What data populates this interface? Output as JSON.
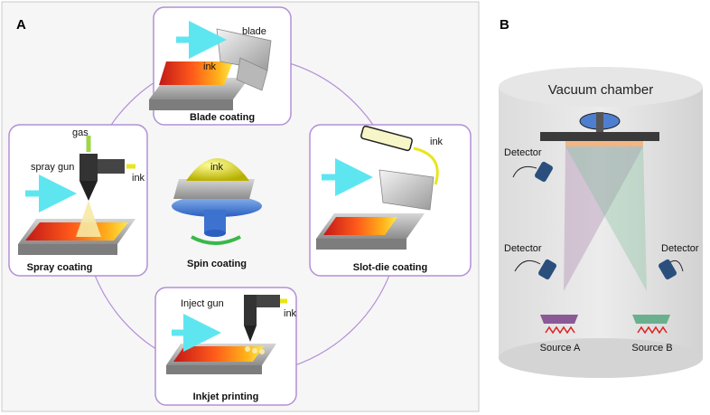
{
  "panel_a": {
    "letter": "A",
    "blade": {
      "caption": "Blade coating",
      "label_blade": "blade",
      "label_ink": "ink"
    },
    "spray": {
      "caption": "Spray coating",
      "label_gas": "gas",
      "label_gun": "spray gun",
      "label_ink": "ink"
    },
    "spin": {
      "caption": "Spin coating",
      "label_ink": "ink"
    },
    "slotdie": {
      "caption": "Slot-die coating",
      "label_ink": "ink"
    },
    "inkjet": {
      "caption": "Inkjet printing",
      "label_gun": "Inject gun",
      "label_ink": "ink"
    }
  },
  "panel_b": {
    "letter": "B",
    "title": "Vacuum chamber",
    "detector_label": "Detector",
    "source_a": "Source A",
    "source_b": "Source B"
  },
  "colors": {
    "frame": "#b38fd6",
    "arrow": "#5ee6f0",
    "ink": "#e8e61a",
    "source_a": "#8a5a96",
    "source_b": "#6ab08e",
    "substrate": "#f2b684",
    "detector": "#2a4f7d"
  }
}
